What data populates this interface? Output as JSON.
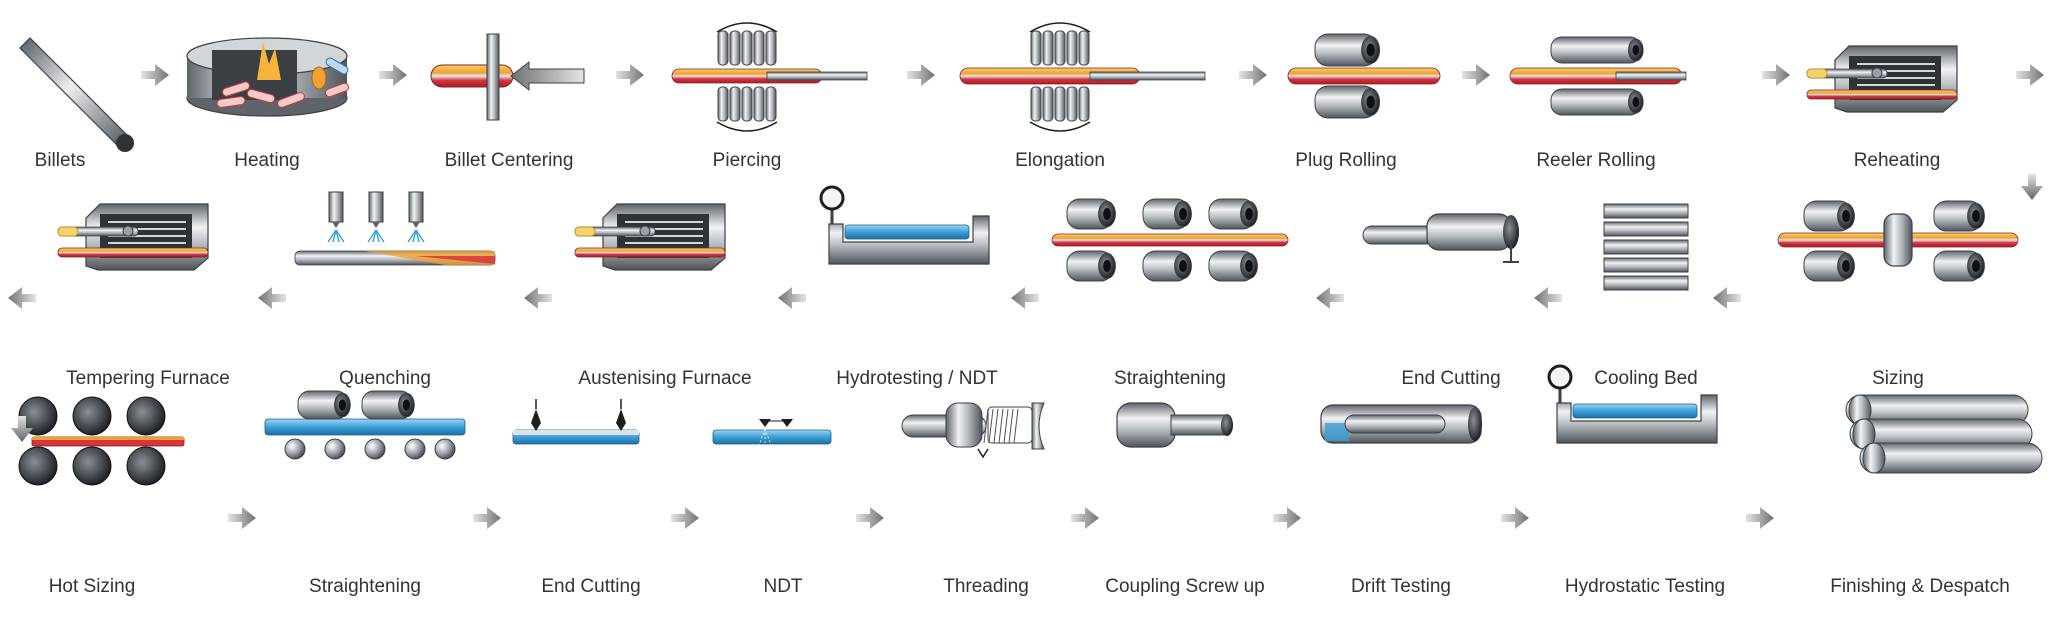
{
  "colors": {
    "steel_light": "#e6e8ea",
    "steel_dark": "#6d7379",
    "steel_edge": "#3c4146",
    "hot_red": "#d8343b",
    "hot_orange": "#f0a12e",
    "hot_yellow": "#f6d26a",
    "cool_blue": "#3aa0d8",
    "arrow_gray": "#8a8d90",
    "label_text": "#333333"
  },
  "rows": [
    {
      "direction": "left-to-right",
      "steps": [
        {
          "label": "Billets",
          "icon": "billet-icon"
        },
        {
          "label": "Heating",
          "icon": "heating-furnace-icon"
        },
        {
          "label": "Billet Centering",
          "icon": "billet-centering-icon"
        },
        {
          "label": "Piercing",
          "icon": "piercing-mill-icon"
        },
        {
          "label": "Elongation",
          "icon": "elongation-mill-icon"
        },
        {
          "label": "Plug Rolling",
          "icon": "plug-rolling-icon"
        },
        {
          "label": "Reeler Rolling",
          "icon": "reeler-rolling-icon"
        },
        {
          "label": "Reheating",
          "icon": "reheating-furnace-icon"
        }
      ]
    },
    {
      "direction": "right-to-left",
      "steps": [
        {
          "label": "Sizing",
          "icon": "sizing-mill-icon"
        },
        {
          "label": "Cooling Bed",
          "icon": "cooling-bed-icon"
        },
        {
          "label": "End Cutting",
          "icon": "end-cutting-icon"
        },
        {
          "label": "Straightening",
          "icon": "straightening-icon"
        },
        {
          "label": "Hydrotesting / NDT",
          "icon": "hydrotesting-icon"
        },
        {
          "label": "Austenising Furnace",
          "icon": "austenising-furnace-icon"
        },
        {
          "label": "Quenching",
          "icon": "quenching-icon"
        },
        {
          "label": "Tempering Furnace",
          "icon": "tempering-furnace-icon"
        }
      ]
    },
    {
      "direction": "left-to-right",
      "steps": [
        {
          "label": "Hot Sizing",
          "icon": "hot-sizing-icon"
        },
        {
          "label": "Straightening",
          "icon": "straightening-rolls-icon"
        },
        {
          "label": "End Cutting",
          "icon": "pipe-end-cutting-icon"
        },
        {
          "label": "NDT",
          "icon": "ndt-icon"
        },
        {
          "label": "Threading",
          "icon": "threading-icon"
        },
        {
          "label": "Coupling Screw up",
          "icon": "coupling-icon"
        },
        {
          "label": "Drift Testing",
          "icon": "drift-testing-icon"
        },
        {
          "label": "Hydrostatic Testing",
          "icon": "hydrostatic-testing-icon"
        },
        {
          "label": "Finishing & Despatch",
          "icon": "finished-pipes-icon"
        }
      ]
    }
  ]
}
